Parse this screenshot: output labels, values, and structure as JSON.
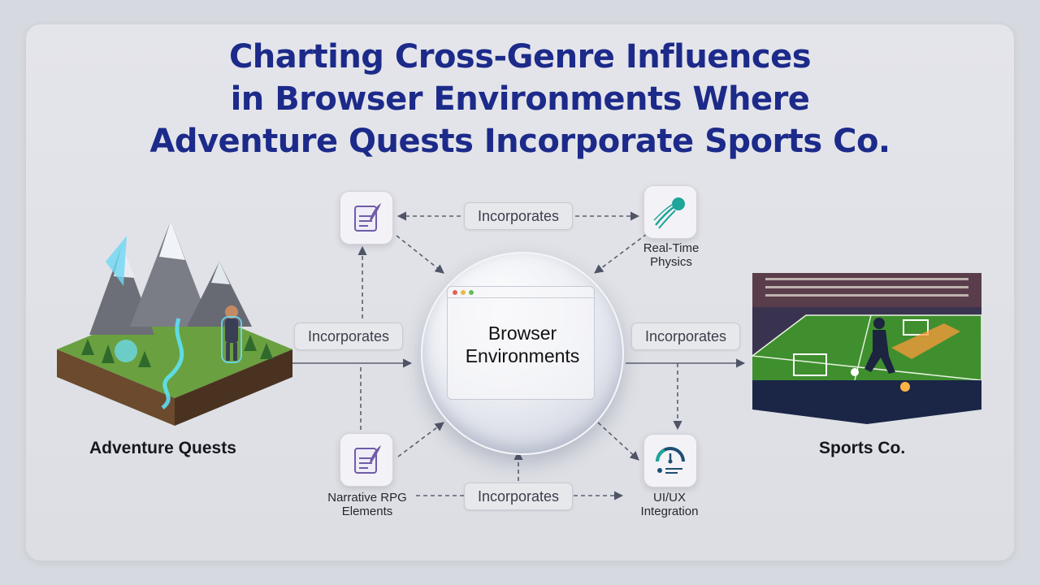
{
  "title": {
    "line1": "Charting Cross-Genre Influences",
    "line2": "in Browser Environments Where",
    "line3": "Adventure Quests Incorporate Sports Co."
  },
  "center": {
    "line1": "Browser",
    "line2": "Environments"
  },
  "nodes": {
    "adventure": "Adventure Quests",
    "sports": "Sports Co.",
    "physics": {
      "line1": "Real-Time",
      "line2": "Physics"
    },
    "narrative": {
      "line1": "Narrative RPG",
      "line2": "Elements"
    },
    "uiux": {
      "line1": "UI/UX",
      "line2": "Integration"
    }
  },
  "edges": {
    "top": "Incorporates",
    "left": "Incorporates",
    "right": "Incorporates",
    "bottom": "Incorporates"
  },
  "colors": {
    "title": "#1c2a8a",
    "scroll_icon": "#6f5da8",
    "physics_icon": "#1fa59a",
    "gauge_icon": "#1d4f73",
    "arrow": "#4f5466"
  },
  "icons": {
    "narrative_top": "scroll-quill-icon",
    "narrative_bottom": "scroll-quill-icon",
    "physics": "ball-motion-icon",
    "uiux": "gauge-dashboard-icon"
  }
}
